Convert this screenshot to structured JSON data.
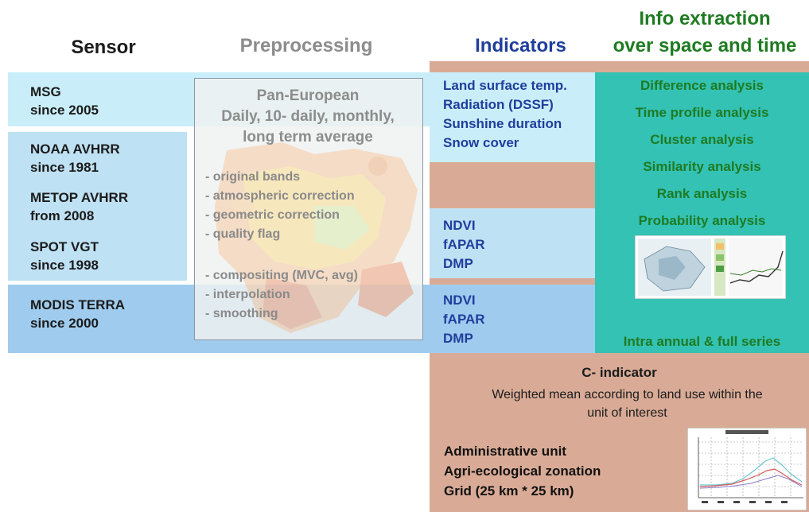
{
  "headers": {
    "sensor": "Sensor",
    "preprocessing": "Preprocessing",
    "indicators": "Indicators",
    "info_extraction_line1": "Info extraction",
    "info_extraction_line2": "over space and time"
  },
  "colors": {
    "sensor_header": "#1b1b1b",
    "preprocessing_header": "#8c8c8c",
    "indicators_header": "#1f3e9c",
    "info_header": "#1f7b22",
    "tan_block": "#d9ab96",
    "teal_block": "#33c2b4",
    "band_light": "#c9eef9",
    "band_dark": "#9fccee"
  },
  "sensors": [
    {
      "name": "MSG",
      "since": "since 2005"
    },
    {
      "name": "NOAA AVHRR",
      "since": "since 1981"
    },
    {
      "name": "METOP AVHRR",
      "since": "from 2008"
    },
    {
      "name": "SPOT VGT",
      "since": "since 1998"
    },
    {
      "name": "MODIS TERRA",
      "since": "since 2000"
    }
  ],
  "preprocessing": {
    "title_lines": [
      "Pan-European",
      "Daily, 10- daily, monthly,",
      "long term average"
    ],
    "steps": [
      "- original bands",
      "- atmospheric correction",
      "- geometric correction",
      "- quality flag",
      "- compositing (MVC, avg)",
      "- interpolation",
      "- smoothing"
    ]
  },
  "indicators": {
    "msg": [
      "Land surface temp.",
      "Radiation (DSSF)",
      "Sunshine duration",
      "Snow cover"
    ],
    "vegetation_group1": [
      "NDVI",
      "fAPAR",
      "DMP"
    ],
    "vegetation_group2": [
      "NDVI",
      "fAPAR",
      "DMP"
    ]
  },
  "info_extraction": {
    "analyses": [
      "Difference analysis",
      "Time profile analysis",
      "Cluster analysis",
      "Similarity analysis",
      "Rank analysis",
      "Probability analysis"
    ],
    "footer": "Intra annual & full series"
  },
  "c_indicator": {
    "title": "C- indicator",
    "description_line1": "Weighted mean according to land use within the",
    "description_line2": "unit of interest",
    "units": [
      "Administrative unit",
      "Agri-ecological zonation",
      "Grid (25 km * 25 km)"
    ]
  }
}
